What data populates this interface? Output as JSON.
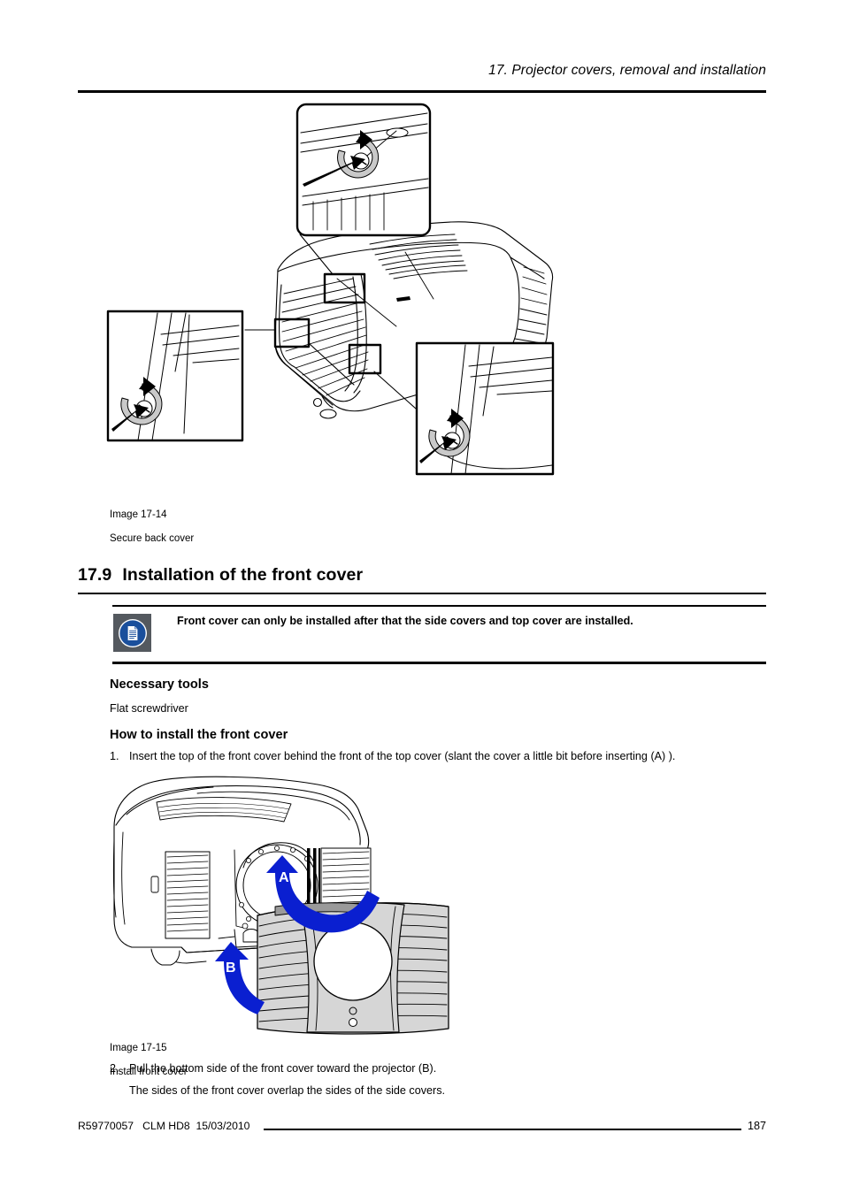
{
  "header": {
    "chapter_title": "17.  Projector covers, removal and installation"
  },
  "figures": [
    {
      "caption_id": "Image 17-14",
      "caption_title": "Secure back cover",
      "description": "Line drawing of projector rear, three magnified callout boxes showing captive screws being turned",
      "callout_count": 3
    },
    {
      "caption_id": "Image 17-15",
      "caption_title": "Install front cover",
      "description": "Line drawing of projector with front cover removed, blue motion arrows A and B",
      "arrow_labels": [
        "A",
        "B"
      ],
      "arrow_color": "#0a1fd0"
    }
  ],
  "section": {
    "number": "17.9",
    "title": "Installation of the front cover"
  },
  "note": {
    "icon": "document-note-icon",
    "icon_bg": "#54595f",
    "icon_accent": "#1a4f9c",
    "text": "Front cover can only be installed after that the side covers and top cover are installed."
  },
  "tools": {
    "heading": "Necessary tools",
    "value": "Flat screwdriver"
  },
  "procedure": {
    "heading": "How to install the front cover",
    "steps": [
      {
        "number": "1.",
        "text": "Insert the top of the front cover behind the front of the top cover (slant the cover a little bit before inserting (A) )."
      },
      {
        "number": "2.",
        "text": "Pull the bottom side of the front cover toward the projector (B)."
      }
    ],
    "step2_note": "The sides of the front cover overlap the sides of the side covers."
  },
  "footer": {
    "document_ref": "R59770057   CLM HD8  15/03/2010",
    "page_number": "187"
  }
}
